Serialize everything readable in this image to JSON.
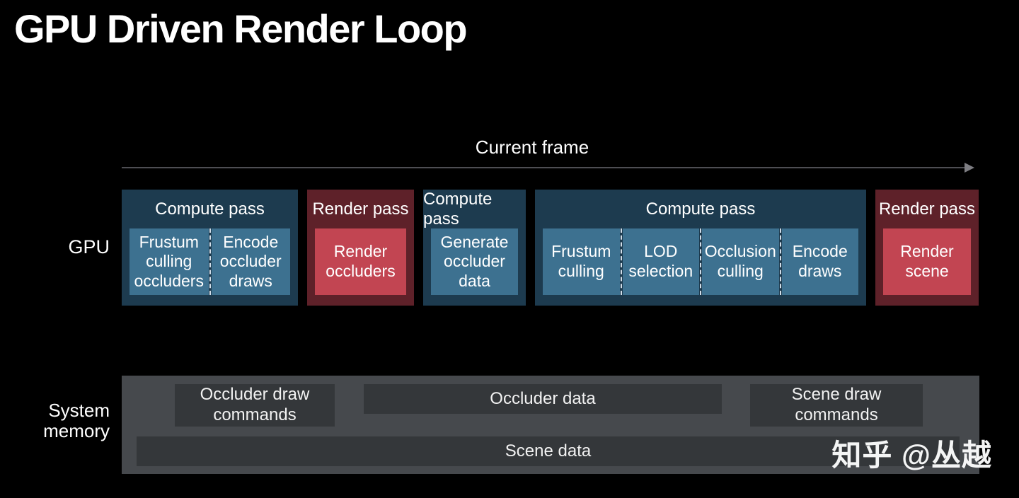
{
  "title": "GPU Driven Render Loop",
  "timeline": {
    "label": "Current frame"
  },
  "gpu": {
    "label": "GPU",
    "passes": [
      {
        "label": "Compute pass",
        "tasks": [
          "Frustum culling occluders",
          "Encode occluder draws"
        ]
      },
      {
        "label": "Render pass",
        "tasks": [
          "Render occluders"
        ]
      },
      {
        "label": "Compute pass",
        "tasks": [
          "Generate occluder data"
        ]
      },
      {
        "label": "Compute pass",
        "tasks": [
          "Frustum culling",
          "LOD selection",
          "Occlusion culling",
          "Encode draws"
        ]
      },
      {
        "label": "Render pass",
        "tasks": [
          "Render scene"
        ]
      }
    ]
  },
  "memory": {
    "label": "System memory",
    "blocks": [
      {
        "label": "Occluder draw commands"
      },
      {
        "label": "Occluder data"
      },
      {
        "label": "Scene draw commands"
      }
    ],
    "scene_data": "Scene data"
  },
  "watermark": "知乎 @丛越",
  "colors": {
    "background": "#000000",
    "compute_pass_bg": "#1d3b4f",
    "compute_task_bg": "#3d7190",
    "render_pass_bg": "#5e2129",
    "render_task_bg": "#c24552",
    "memory_container_bg": "#46494d",
    "memory_block_bg": "#34373a"
  }
}
